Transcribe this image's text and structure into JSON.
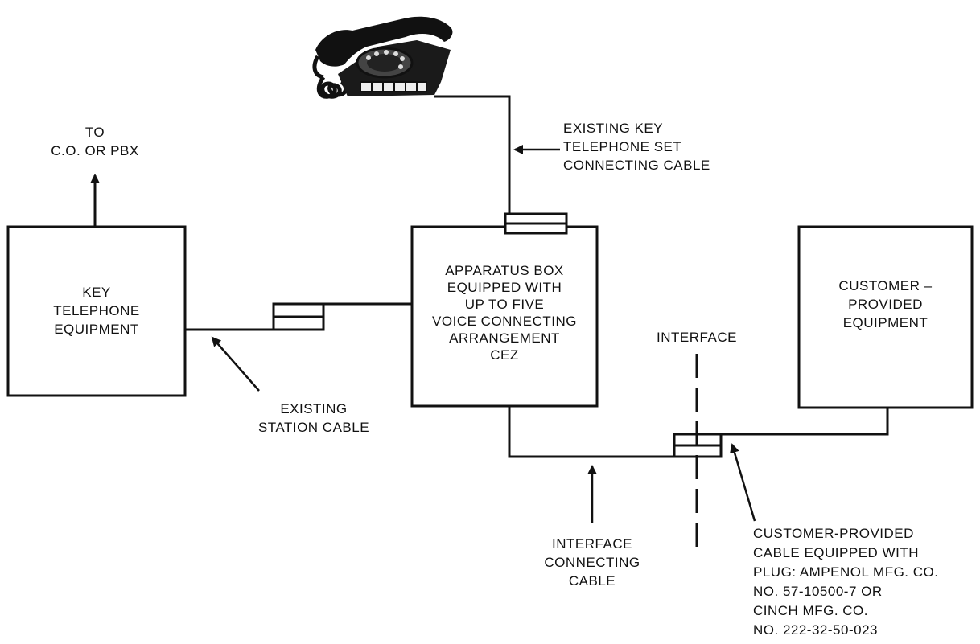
{
  "labels": {
    "to_co": [
      "TO",
      "C.O. OR PBX"
    ],
    "key_equipment": [
      "KEY",
      "TELEPHONE",
      "EQUIPMENT"
    ],
    "apparatus_box": [
      "APPARATUS BOX",
      "EQUIPPED WITH",
      "UP TO FIVE",
      "VOICE CONNECTING",
      "ARRANGEMENT",
      "CEZ"
    ],
    "customer_equipment": [
      "CUSTOMER –",
      "PROVIDED",
      "EQUIPMENT"
    ],
    "existing_key_cable": [
      "EXISTING KEY",
      "TELEPHONE SET",
      "CONNECTING CABLE"
    ],
    "interface": "INTERFACE",
    "existing_station_cable": [
      "EXISTING",
      "STATION CABLE"
    ],
    "interface_connecting_cable": [
      "INTERFACE",
      "CONNECTING",
      "CABLE"
    ],
    "customer_cable": [
      "CUSTOMER-PROVIDED",
      "CABLE EQUIPPED WITH",
      "PLUG: AMPENOL MFG. CO.",
      "NO. 57-10500-7 OR",
      "CINCH MFG. CO.",
      "NO. 222-32-50-023"
    ]
  }
}
